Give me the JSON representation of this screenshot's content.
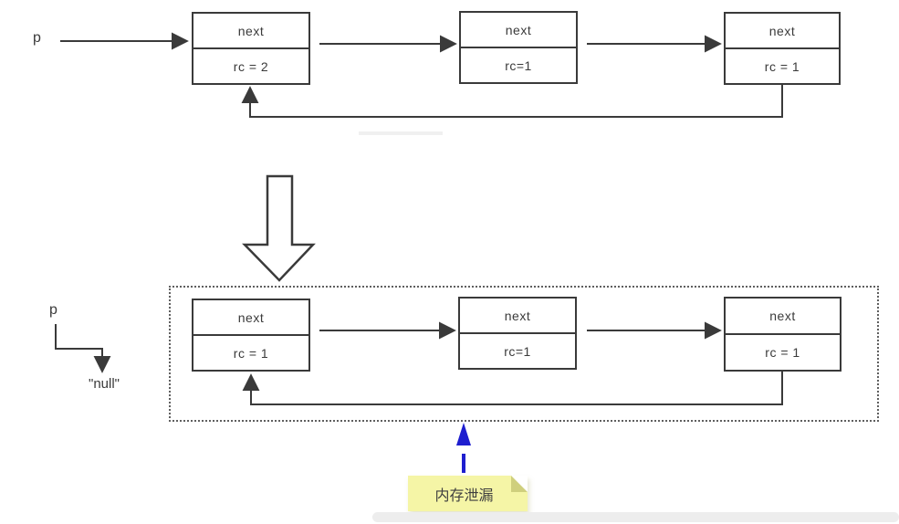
{
  "diagram": {
    "top": {
      "pointer_label": "p",
      "nodes": [
        {
          "field": "next",
          "rc": "rc = 2"
        },
        {
          "field": "next",
          "rc": "rc=1"
        },
        {
          "field": "next",
          "rc": "rc = 1"
        }
      ]
    },
    "bottom": {
      "pointer_label": "p",
      "null_label": "\"null\"",
      "nodes": [
        {
          "field": "next",
          "rc": "rc = 1"
        },
        {
          "field": "next",
          "rc": "rc=1"
        },
        {
          "field": "next",
          "rc": "rc = 1"
        }
      ]
    },
    "note": {
      "label": "内存泄漏"
    },
    "colors": {
      "line": "#3a3a3a",
      "blue_arrow": "#1e1ecf",
      "note_bg": "#f5f5a6",
      "note_fold": "#cfcf7d"
    }
  }
}
